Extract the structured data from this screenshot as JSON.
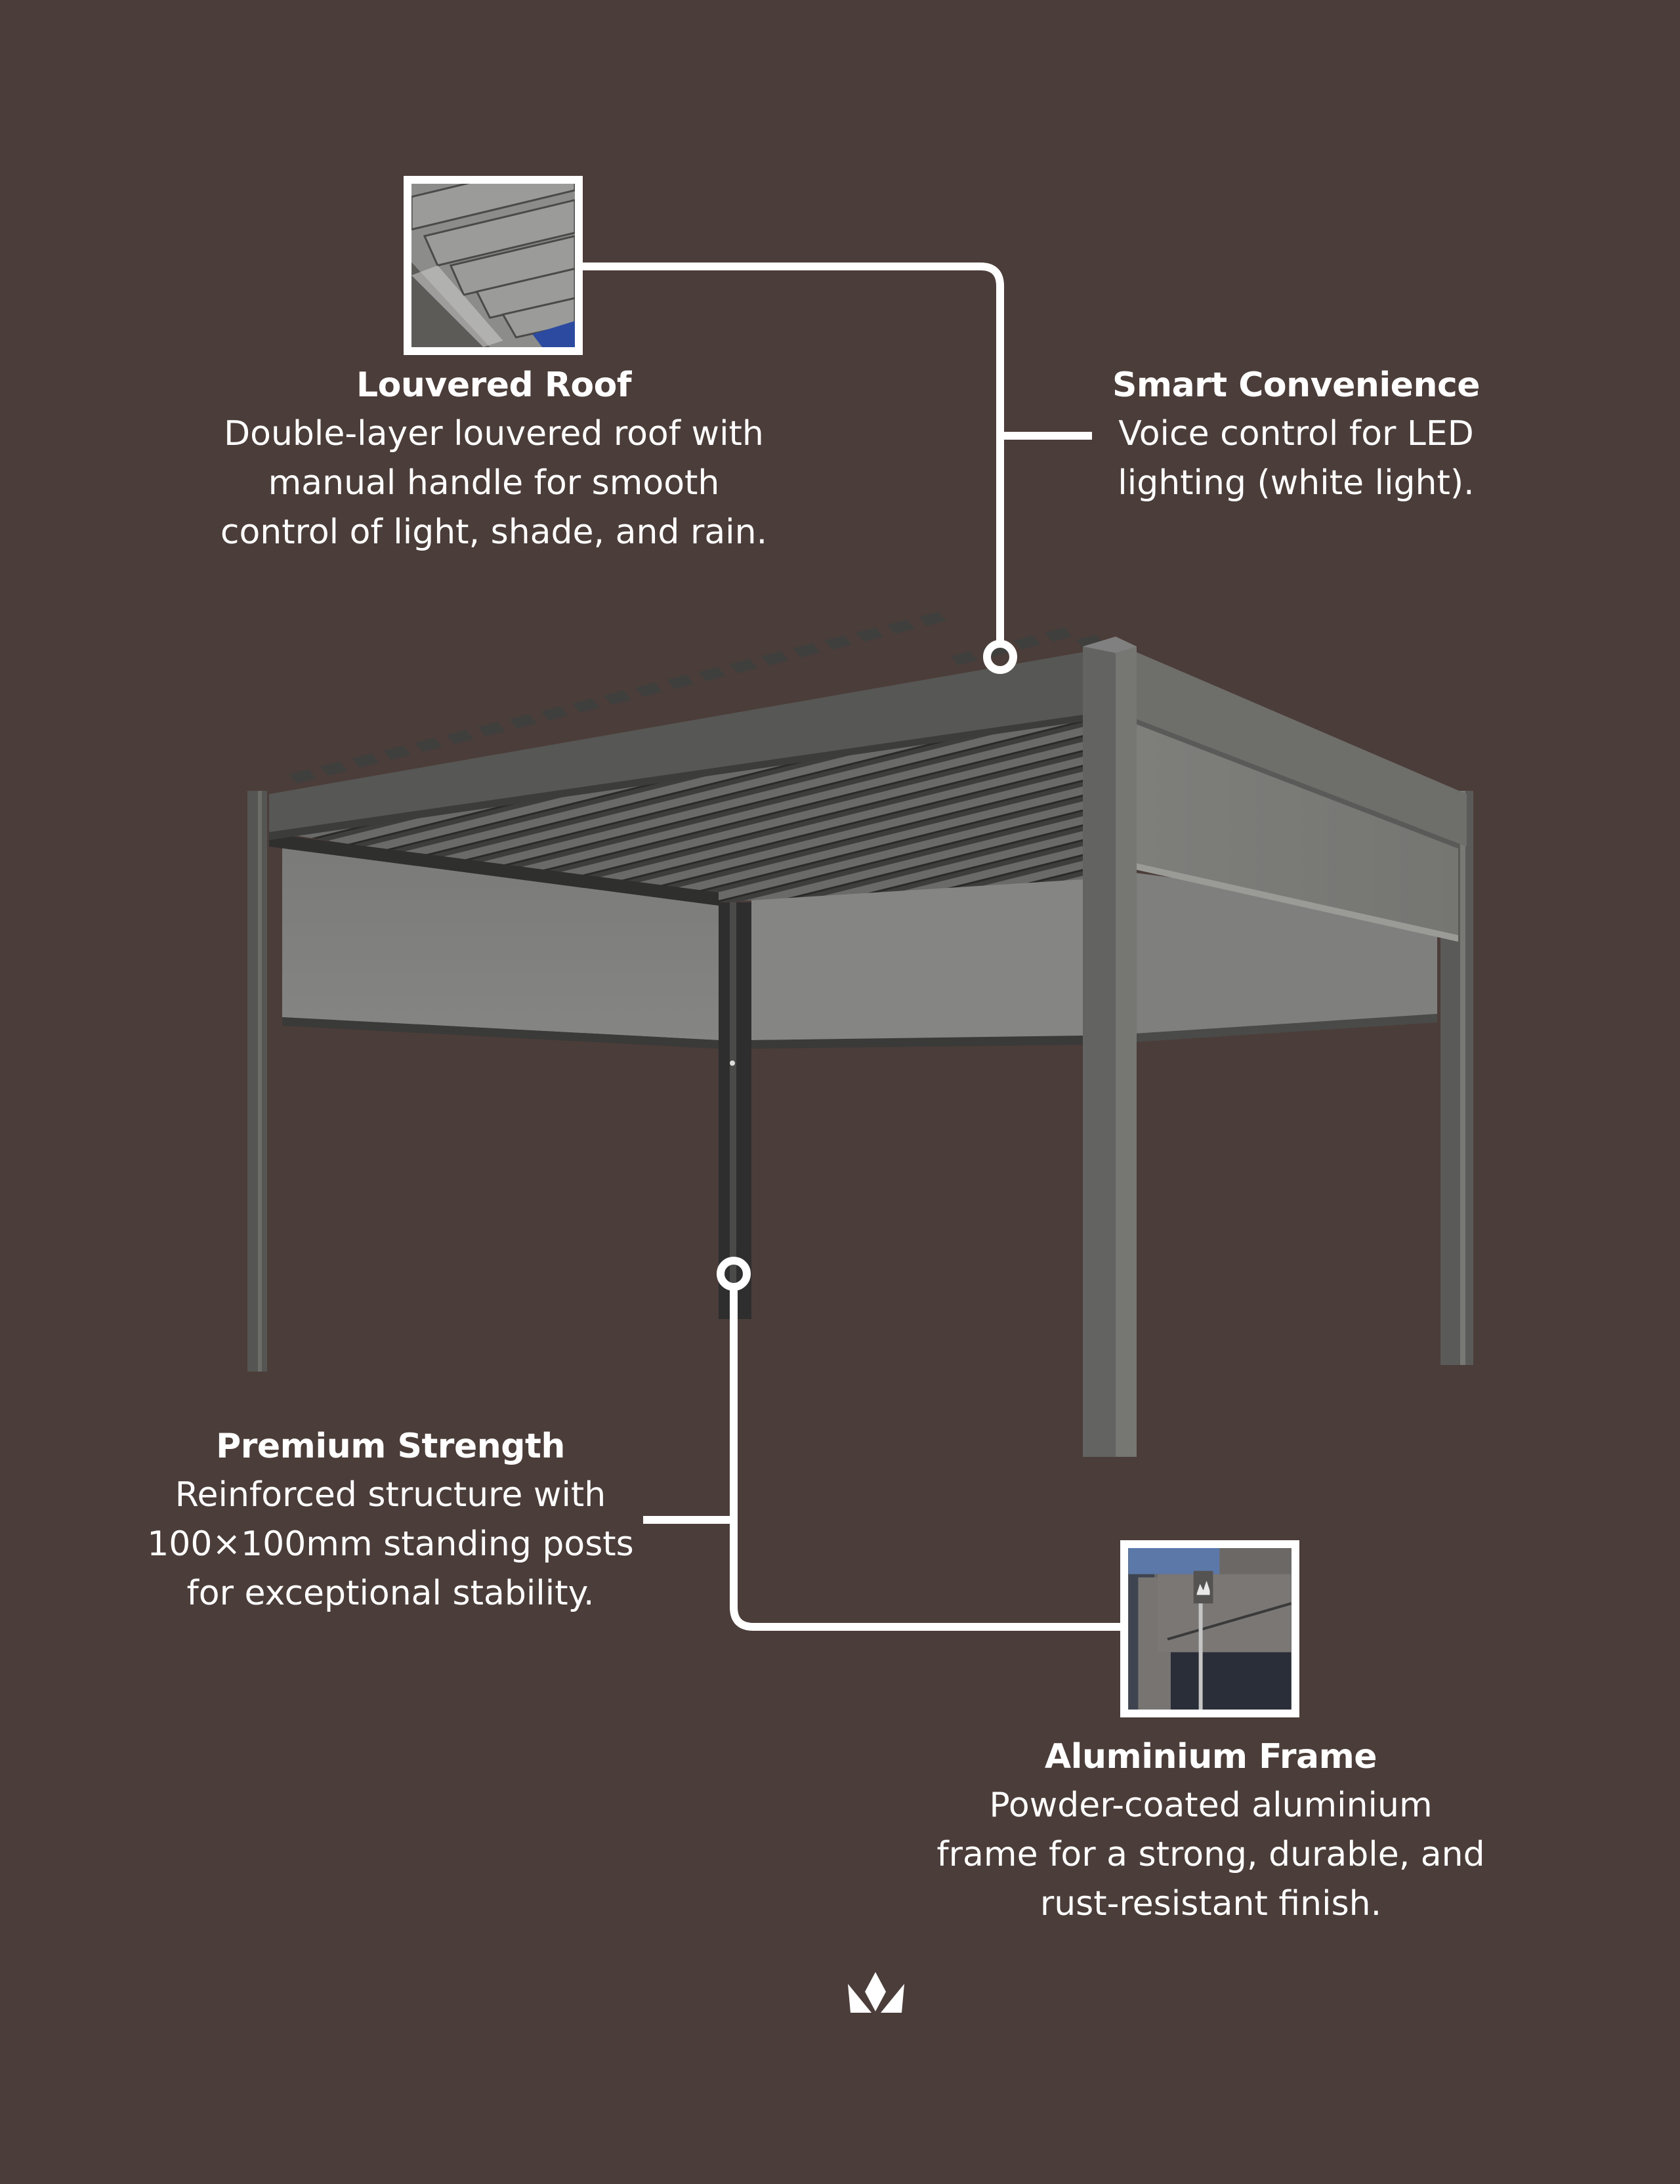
{
  "colors": {
    "background": "#4b3d39",
    "text": "#ffffff",
    "connector": "#ffffff",
    "frame": "#5e5e5c",
    "frame_light": "#7d7d7a",
    "screen": "#8a8a88"
  },
  "features": [
    {
      "id": "louvered-roof",
      "title": "Louvered Roof",
      "description": "Double-layer louvered roof with\nmanual handle for smooth\ncontrol of light, shade, and rain.",
      "thumbnail": "louvered-roof-closeup"
    },
    {
      "id": "smart-convenience",
      "title": "Smart Convenience",
      "description": "Voice control for LED\nlighting (white light)."
    },
    {
      "id": "premium-strength",
      "title": "Premium Strength",
      "description": "Reinforced structure with\n100×100mm standing posts\nfor exceptional stability."
    },
    {
      "id": "aluminium-frame",
      "title": "Aluminium Frame",
      "description": "Powder-coated aluminium\nframe for a strong, durable, and\nrust-resistant finish.",
      "thumbnail": "aluminium-frame-closeup"
    }
  ],
  "product_image": "pergola-louvered-roof-with-side-screens",
  "logo": "crown-icon"
}
